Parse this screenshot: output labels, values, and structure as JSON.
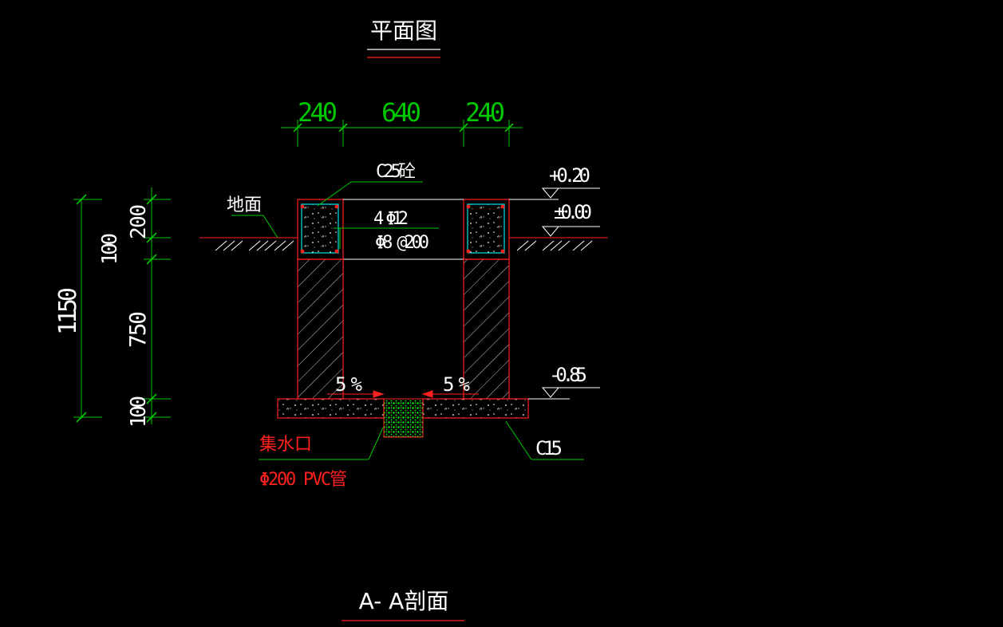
{
  "colors": {
    "background": "#000000",
    "white": "#ffffff",
    "green": "#00c800",
    "red": "#ff2020",
    "cyan": "#00e5e5",
    "grass": "#00ff00"
  },
  "titles": {
    "plan": "平面图",
    "section": "A- A剖面"
  },
  "top_dimensions": {
    "left": "240",
    "middle": "640",
    "right": "240"
  },
  "left_dimensions": {
    "total": "1150",
    "beam": "200",
    "above_ground": "100",
    "wall": "750",
    "base": "100"
  },
  "labels": {
    "concrete_beam": "C25砼",
    "main_rebar": "4 Φ12",
    "stirrup": "Φ8 @200",
    "ground": "地面",
    "slope_left": "5%",
    "slope_right": "5%",
    "base_concrete": "C15",
    "sump": "集水口",
    "pvc_pipe": "Φ200 PVC管"
  },
  "elevations": {
    "top": "+0.20",
    "ground": "±0.00",
    "bottom": "-0.85"
  }
}
